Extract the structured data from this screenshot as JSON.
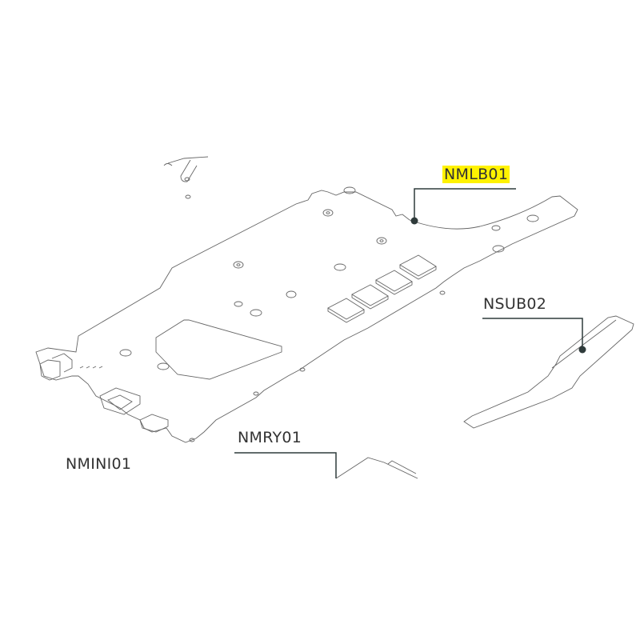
{
  "callouts": {
    "main_board": "NMLB01",
    "sub_board": "NSUB02",
    "memory": "NMRY01",
    "mini": "NMINI01"
  },
  "colors": {
    "highlight": "#fff200",
    "line": "#555555",
    "leader": "#2f3b3b"
  }
}
